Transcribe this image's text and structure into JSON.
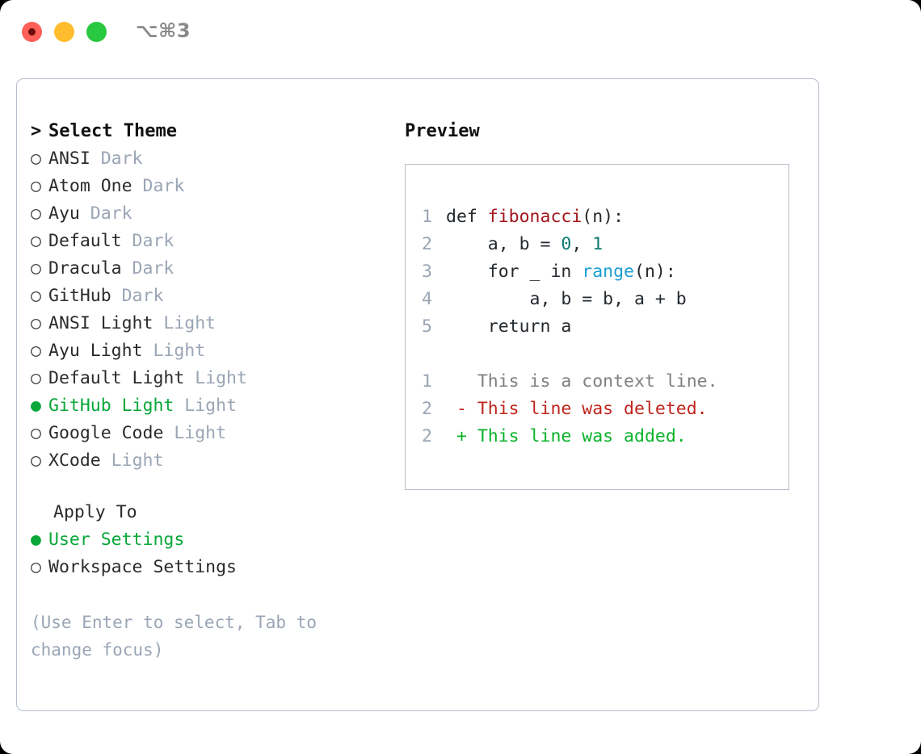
{
  "titlebar": {
    "shortcut": "⌥⌘3",
    "buttons": [
      {
        "name": "close",
        "color": "#ff6058"
      },
      {
        "name": "minimize",
        "color": "#ffbd2e"
      },
      {
        "name": "maximize",
        "color": "#28c840"
      }
    ]
  },
  "theme_picker": {
    "heading": "Select Theme",
    "heading_prefix": ">",
    "bullet_selected": "●",
    "bullet_unselected": "○",
    "items": [
      {
        "label": "ANSI",
        "variant": "Dark",
        "selected": false
      },
      {
        "label": "Atom One",
        "variant": "Dark",
        "selected": false
      },
      {
        "label": "Ayu",
        "variant": "Dark",
        "selected": false
      },
      {
        "label": "Default",
        "variant": "Dark",
        "selected": false
      },
      {
        "label": "Dracula",
        "variant": "Dark",
        "selected": false
      },
      {
        "label": "GitHub",
        "variant": "Dark",
        "selected": false
      },
      {
        "label": "ANSI Light",
        "variant": "Light",
        "selected": false
      },
      {
        "label": "Ayu Light",
        "variant": "Light",
        "selected": false
      },
      {
        "label": "Default Light",
        "variant": "Light",
        "selected": false
      },
      {
        "label": "GitHub Light",
        "variant": "Light",
        "selected": true
      },
      {
        "label": "Google Code",
        "variant": "Light",
        "selected": false
      },
      {
        "label": "XCode",
        "variant": "Light",
        "selected": false
      }
    ]
  },
  "apply_to": {
    "heading": "Apply To",
    "options": [
      {
        "label": "User Settings",
        "selected": true
      },
      {
        "label": "Workspace Settings",
        "selected": false
      }
    ]
  },
  "hint": "(Use Enter to select, Tab to change focus)",
  "preview": {
    "title": "Preview",
    "code_lines": [
      {
        "num": "1",
        "segments": [
          {
            "text": "def ",
            "kind": "plain"
          },
          {
            "text": "fibonacci",
            "kind": "func"
          },
          {
            "text": "(n):",
            "kind": "plain"
          }
        ]
      },
      {
        "num": "2",
        "segments": [
          {
            "text": "    a, b = ",
            "kind": "plain"
          },
          {
            "text": "0",
            "kind": "num"
          },
          {
            "text": ", ",
            "kind": "plain"
          },
          {
            "text": "1",
            "kind": "num"
          }
        ]
      },
      {
        "num": "3",
        "segments": [
          {
            "text": "    for _ in ",
            "kind": "plain"
          },
          {
            "text": "range",
            "kind": "call"
          },
          {
            "text": "(n):",
            "kind": "plain"
          }
        ]
      },
      {
        "num": "4",
        "segments": [
          {
            "text": "        a, b = b, a + b",
            "kind": "plain"
          }
        ]
      },
      {
        "num": "5",
        "segments": [
          {
            "text": "    return a",
            "kind": "plain"
          }
        ]
      }
    ],
    "diff_lines": [
      {
        "num": "1",
        "marker": " ",
        "text": " This is a context line.",
        "kind": "context"
      },
      {
        "num": "2",
        "marker": "-",
        "text": " This line was deleted.",
        "kind": "deleted"
      },
      {
        "num": "2",
        "marker": "+",
        "text": " This line was added.",
        "kind": "added"
      }
    ]
  },
  "colors": {
    "accent_green": "#09a73a",
    "muted": "#9aa5b5",
    "border": "#b4bdc9",
    "func_red": "#a3161b",
    "number_teal": "#0c7a73",
    "call_blue": "#1b9fd1",
    "diff_deleted": "#c0251c",
    "diff_added": "#0bb32b",
    "diff_context": "#808080"
  }
}
